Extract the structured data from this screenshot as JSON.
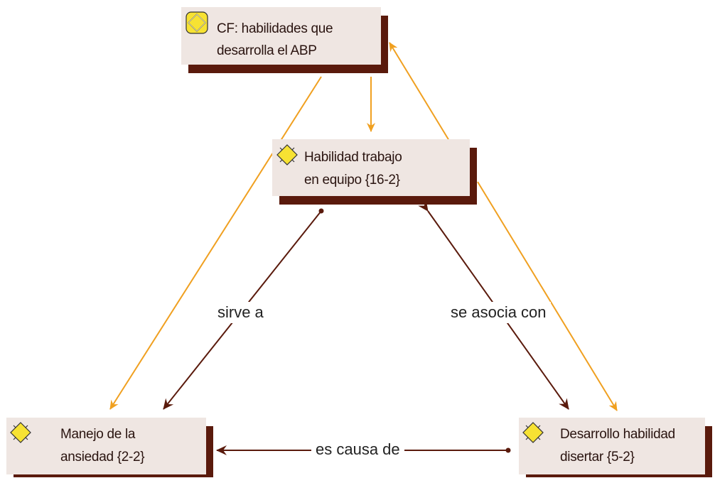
{
  "colors": {
    "node_fill": "#efe6e2",
    "node_shadow": "#5a1a0c",
    "orange_link": "#f0a020",
    "brown_link": "#5a1a0c",
    "icon_fill": "#f7e233"
  },
  "nodes": {
    "cf_abp": {
      "line1": "CF: habilidades que",
      "line2": "desarrolla el ABP",
      "icon": "code-family-icon"
    },
    "trabajo_equipo": {
      "line1": "Habilidad trabajo",
      "line2": "en equipo {16-2}",
      "icon": "code-icon"
    },
    "manejo_ansiedad": {
      "line1": "Manejo de la",
      "line2": "ansiedad {2-2}",
      "icon": "code-icon"
    },
    "disertar": {
      "line1": "Desarrollo habilidad",
      "line2": "disertar {5-2}",
      "icon": "code-icon"
    }
  },
  "relations": {
    "sirve_a": "sirve a",
    "se_asocia_con": "se asocia con",
    "es_causa_de": "es causa de"
  }
}
